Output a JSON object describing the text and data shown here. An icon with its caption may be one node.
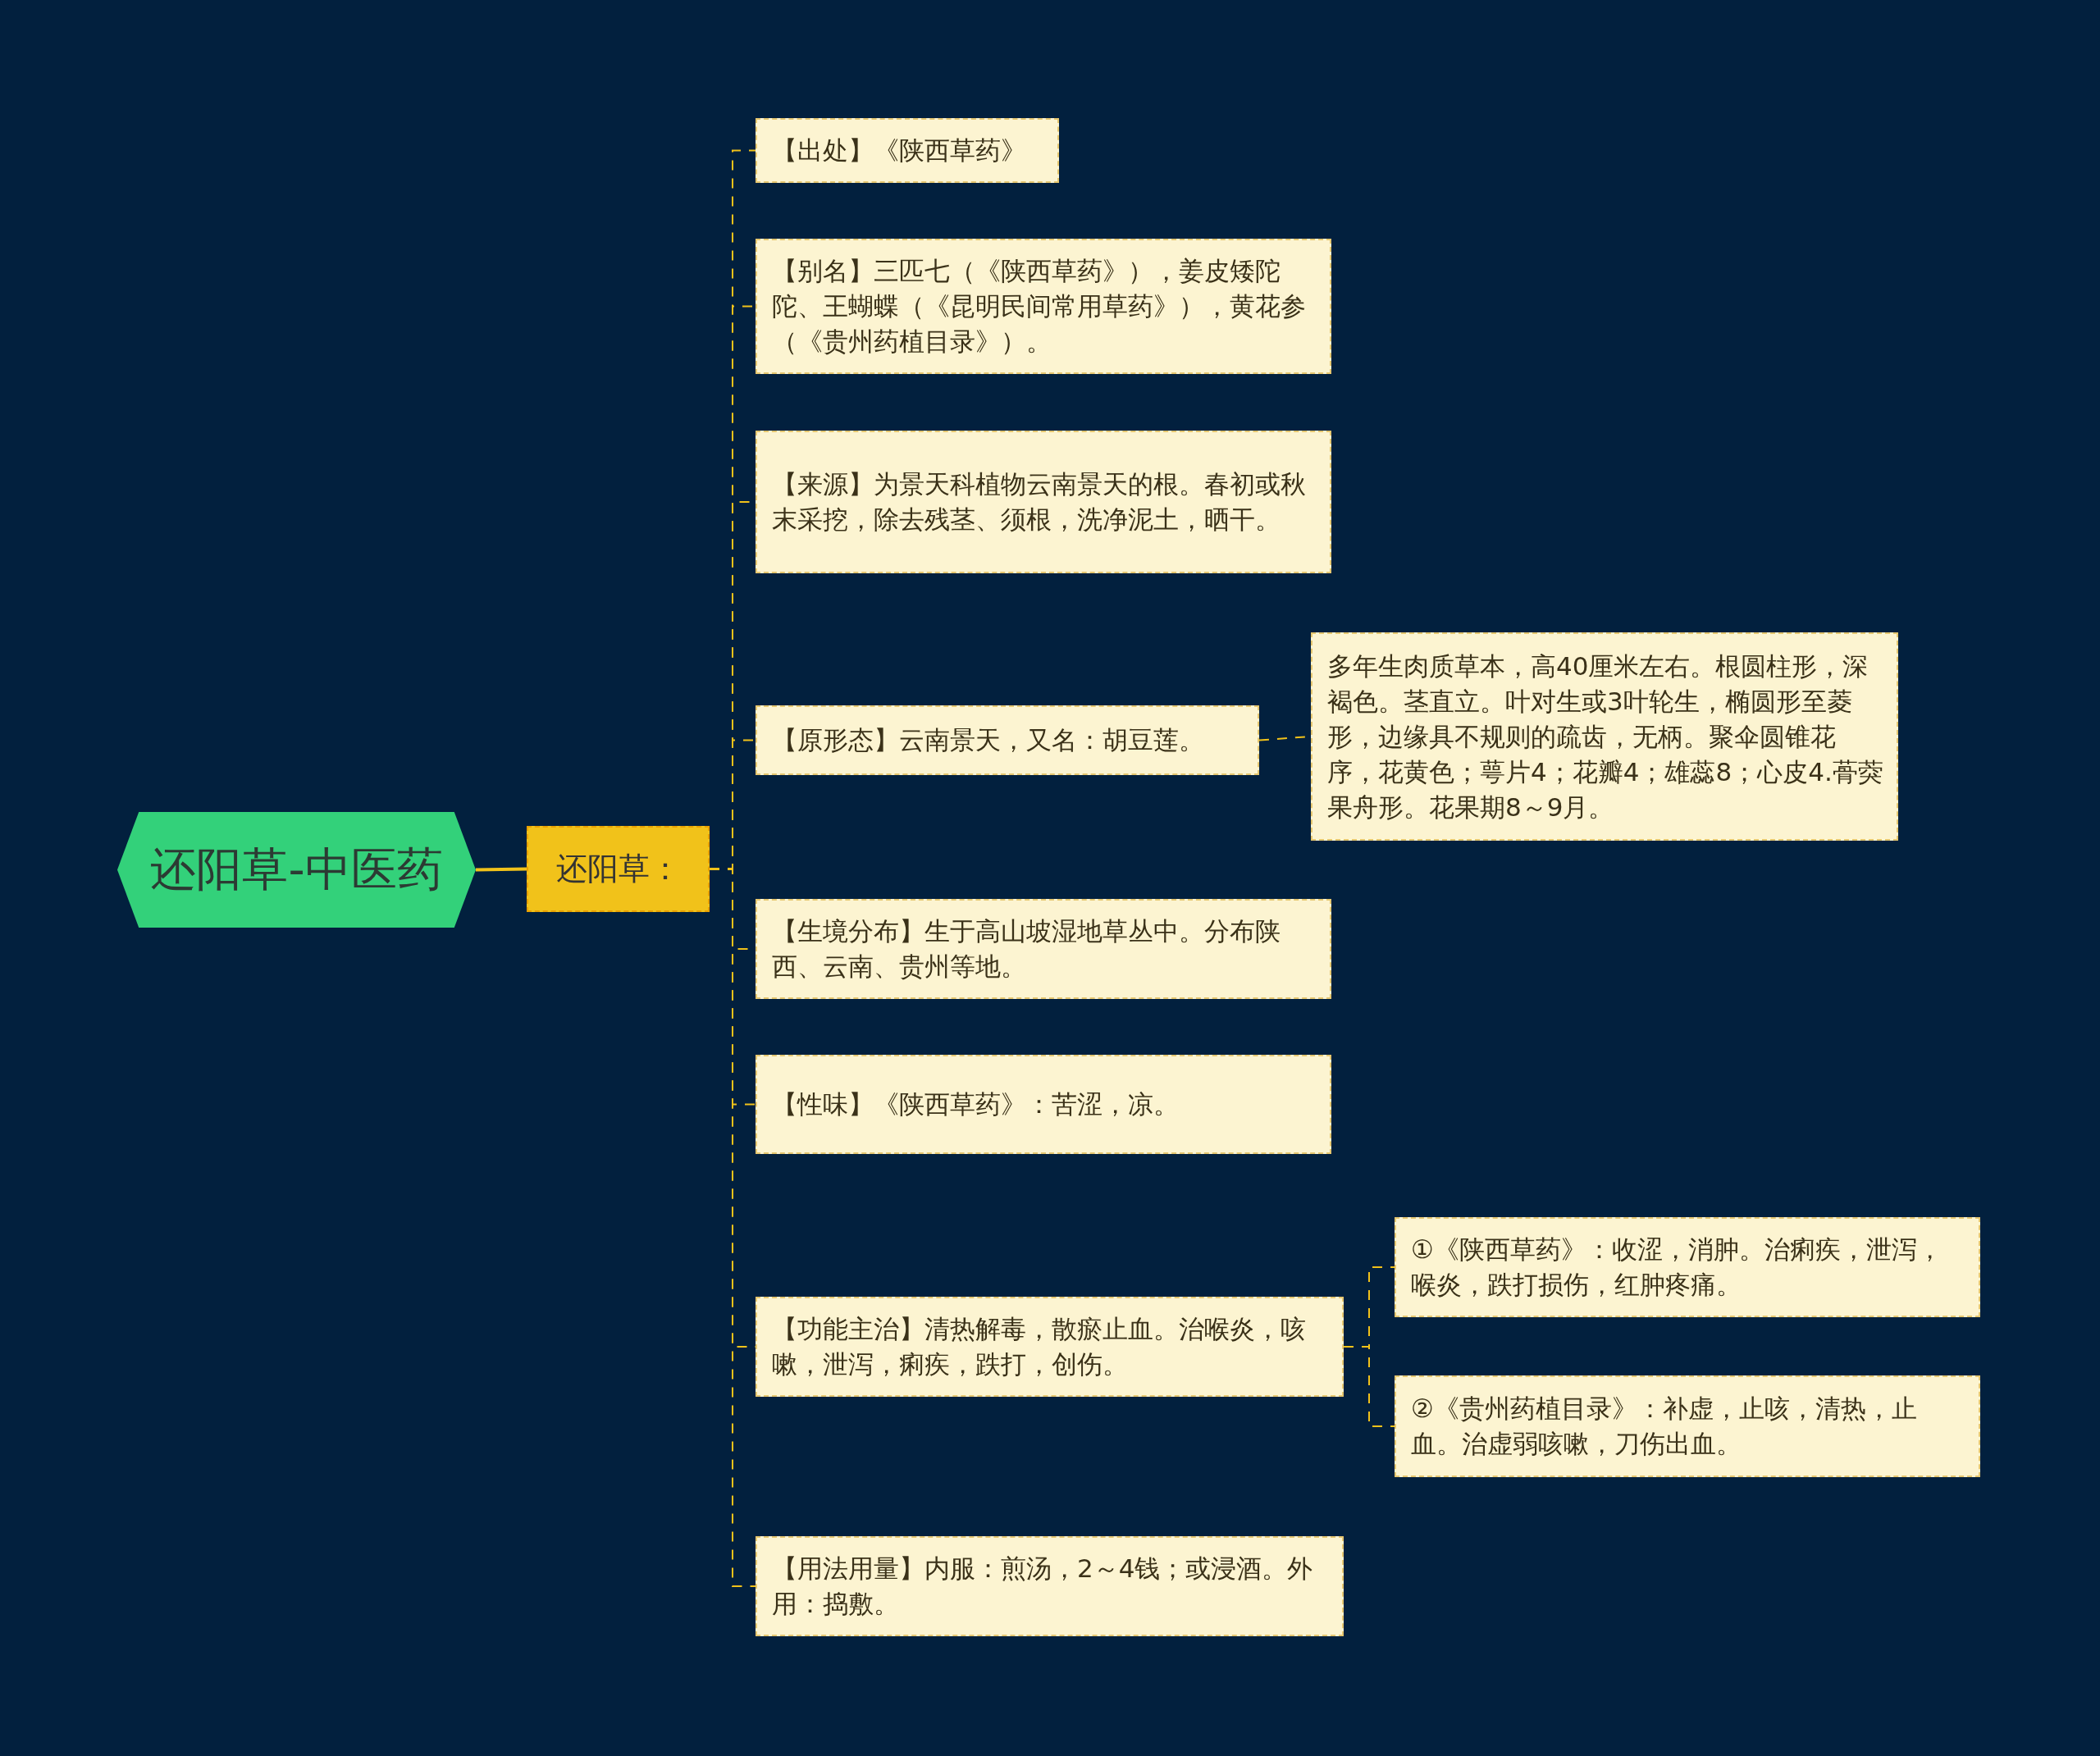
{
  "diagram": {
    "nodes": [
      {
        "text": [
          "还阳草-中医药"
        ]
      },
      {
        "text": [
          "还阳草："
        ]
      },
      {
        "text": [
          "【出处】《陕西草药》"
        ]
      },
      {
        "text": [
          "【别名】三匹七（《陕西草药》），姜皮矮陀陀、王蝴蝶（《昆明民间常用草药》），黄花参（《贵州药植目录》）。"
        ]
      },
      {
        "text": [
          "【来源】为景天科植物云南景天的根。春初或秋末采挖，除去残茎、须根，洗净泥土，晒干。"
        ]
      },
      {
        "text": [
          "【原形态】云南景天，又名：胡豆莲。"
        ]
      },
      {
        "text": [
          "多年生肉质草本，高40厘米左右。根圆柱形，深褐色。茎直立。叶对生或3叶轮生，椭圆形至菱形，边缘具不规则的疏齿，无柄。聚伞圆锥花序，花黄色；萼片4；花瓣4；雄蕊8；心皮4.蓇葖果舟形。花果期8～9月。"
        ]
      },
      {
        "text": [
          "【生境分布】生于高山坡湿地草丛中。分布陕西、云南、贵州等地。"
        ]
      },
      {
        "text": [
          "【性味】《陕西草药》：苦涩，凉。"
        ]
      },
      {
        "text": [
          "【功能主治】清热解毒，散瘀止血。治喉炎，咳嗽，泄泻，痢疾，跌打，创伤。"
        ]
      },
      {
        "text": [
          "①《陕西草药》：收涩，消肿。治痢疾，泄泻，喉炎，跌打损伤，红肿疼痛。"
        ]
      },
      {
        "text": [
          "②《贵州药植目录》：补虚，止咳，清热，止血。治虚弱咳嗽，刀伤出血。"
        ]
      },
      {
        "text": [
          "【用法用量】内服：煎汤，2～4钱；或浸酒。外用：捣敷。"
        ]
      }
    ],
    "edges": [
      {
        "from": 0,
        "to": 1,
        "arrow": "none"
      },
      {
        "from": 1,
        "to": 2,
        "arrow": "none",
        "style": "dashed"
      },
      {
        "from": 1,
        "to": 3,
        "arrow": "none",
        "style": "dashed"
      },
      {
        "from": 1,
        "to": 4,
        "arrow": "none",
        "style": "dashed"
      },
      {
        "from": 1,
        "to": 5,
        "arrow": "none",
        "style": "dashed"
      },
      {
        "from": 5,
        "to": 6,
        "arrow": "none",
        "style": "dashed"
      },
      {
        "from": 1,
        "to": 7,
        "arrow": "none",
        "style": "dashed"
      },
      {
        "from": 1,
        "to": 8,
        "arrow": "none",
        "style": "dashed"
      },
      {
        "from": 1,
        "to": 9,
        "arrow": "none",
        "style": "dashed"
      },
      {
        "from": 9,
        "to": 10,
        "arrow": "none",
        "style": "dashed"
      },
      {
        "from": 9,
        "to": 11,
        "arrow": "none",
        "style": "dashed"
      },
      {
        "from": 1,
        "to": 12,
        "arrow": "none",
        "style": "dashed"
      }
    ]
  }
}
